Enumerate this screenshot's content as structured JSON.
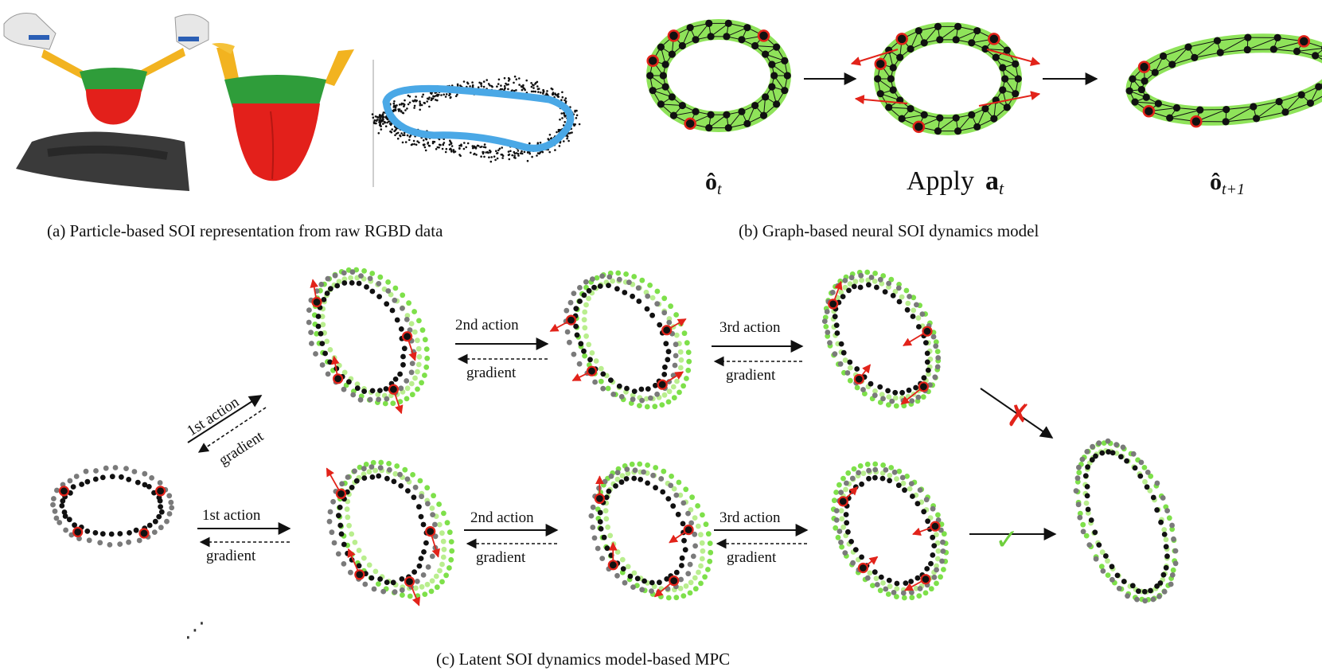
{
  "panel_a": {
    "caption": "(a) Particle-based SOI representation from raw RGBD data"
  },
  "panel_b": {
    "caption": "(b) Graph-based neural SOI dynamics model",
    "label_left_sym": "ô",
    "label_left_sub": "t",
    "label_mid_word": "Apply",
    "label_mid_sym": "a",
    "label_mid_sub": "t",
    "label_right_sym": "ô",
    "label_right_sub": "t+1"
  },
  "panel_c": {
    "caption": "(c) Latent SOI dynamics model-based MPC",
    "action_1": "1st action",
    "action_2": "2nd action",
    "action_3": "3rd action",
    "gradient": "gradient",
    "ellipsis": "⋰",
    "fail_mark": "✗",
    "success_mark": "✓"
  },
  "colors": {
    "green_mask": "#8fe35a",
    "green_dot": "#7ee04a",
    "light_green_dot": "#b9ee8e",
    "black_dot": "#111111",
    "grey_dot": "#7a7a7a",
    "red": "#e2231a",
    "blue_loop": "#4aa8e6",
    "bag_red": "#e3201b",
    "bag_green": "#2f9d3a",
    "strap_yellow": "#f2b320"
  }
}
